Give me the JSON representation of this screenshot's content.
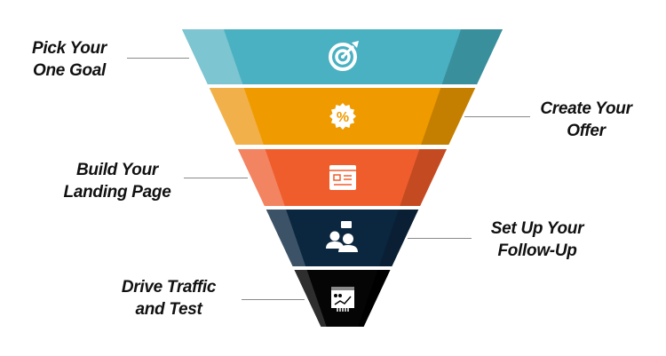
{
  "steps": [
    {
      "label_line1": "Pick Your",
      "label_line2": "One Goal",
      "icon": "target-icon",
      "color": "#4AB1C2",
      "light": "#7CC5D1",
      "dark": "#3A8F9C",
      "side": "left"
    },
    {
      "label_line1": "Create Your",
      "label_line2": "Offer",
      "icon": "discount-badge-icon",
      "color": "#EF9B00",
      "light": "#F2B04A",
      "dark": "#C57F00",
      "side": "right"
    },
    {
      "label_line1": "Build Your",
      "label_line2": "Landing Page",
      "icon": "landing-page-icon",
      "color": "#F05D2C",
      "light": "#F38462",
      "dark": "#C44A22",
      "side": "left"
    },
    {
      "label_line1": "Set Up Your",
      "label_line2": "Follow-Up",
      "icon": "people-chat-icon",
      "color": "#0B2740",
      "light": "#3C5367",
      "dark": "#0A1F33",
      "side": "right"
    },
    {
      "label_line1": "Drive Traffic",
      "label_line2": "and Test",
      "icon": "analytics-dashboard-icon",
      "color": "#050505",
      "light": "#2E2E2E",
      "dark": "#000000",
      "side": "left"
    }
  ]
}
